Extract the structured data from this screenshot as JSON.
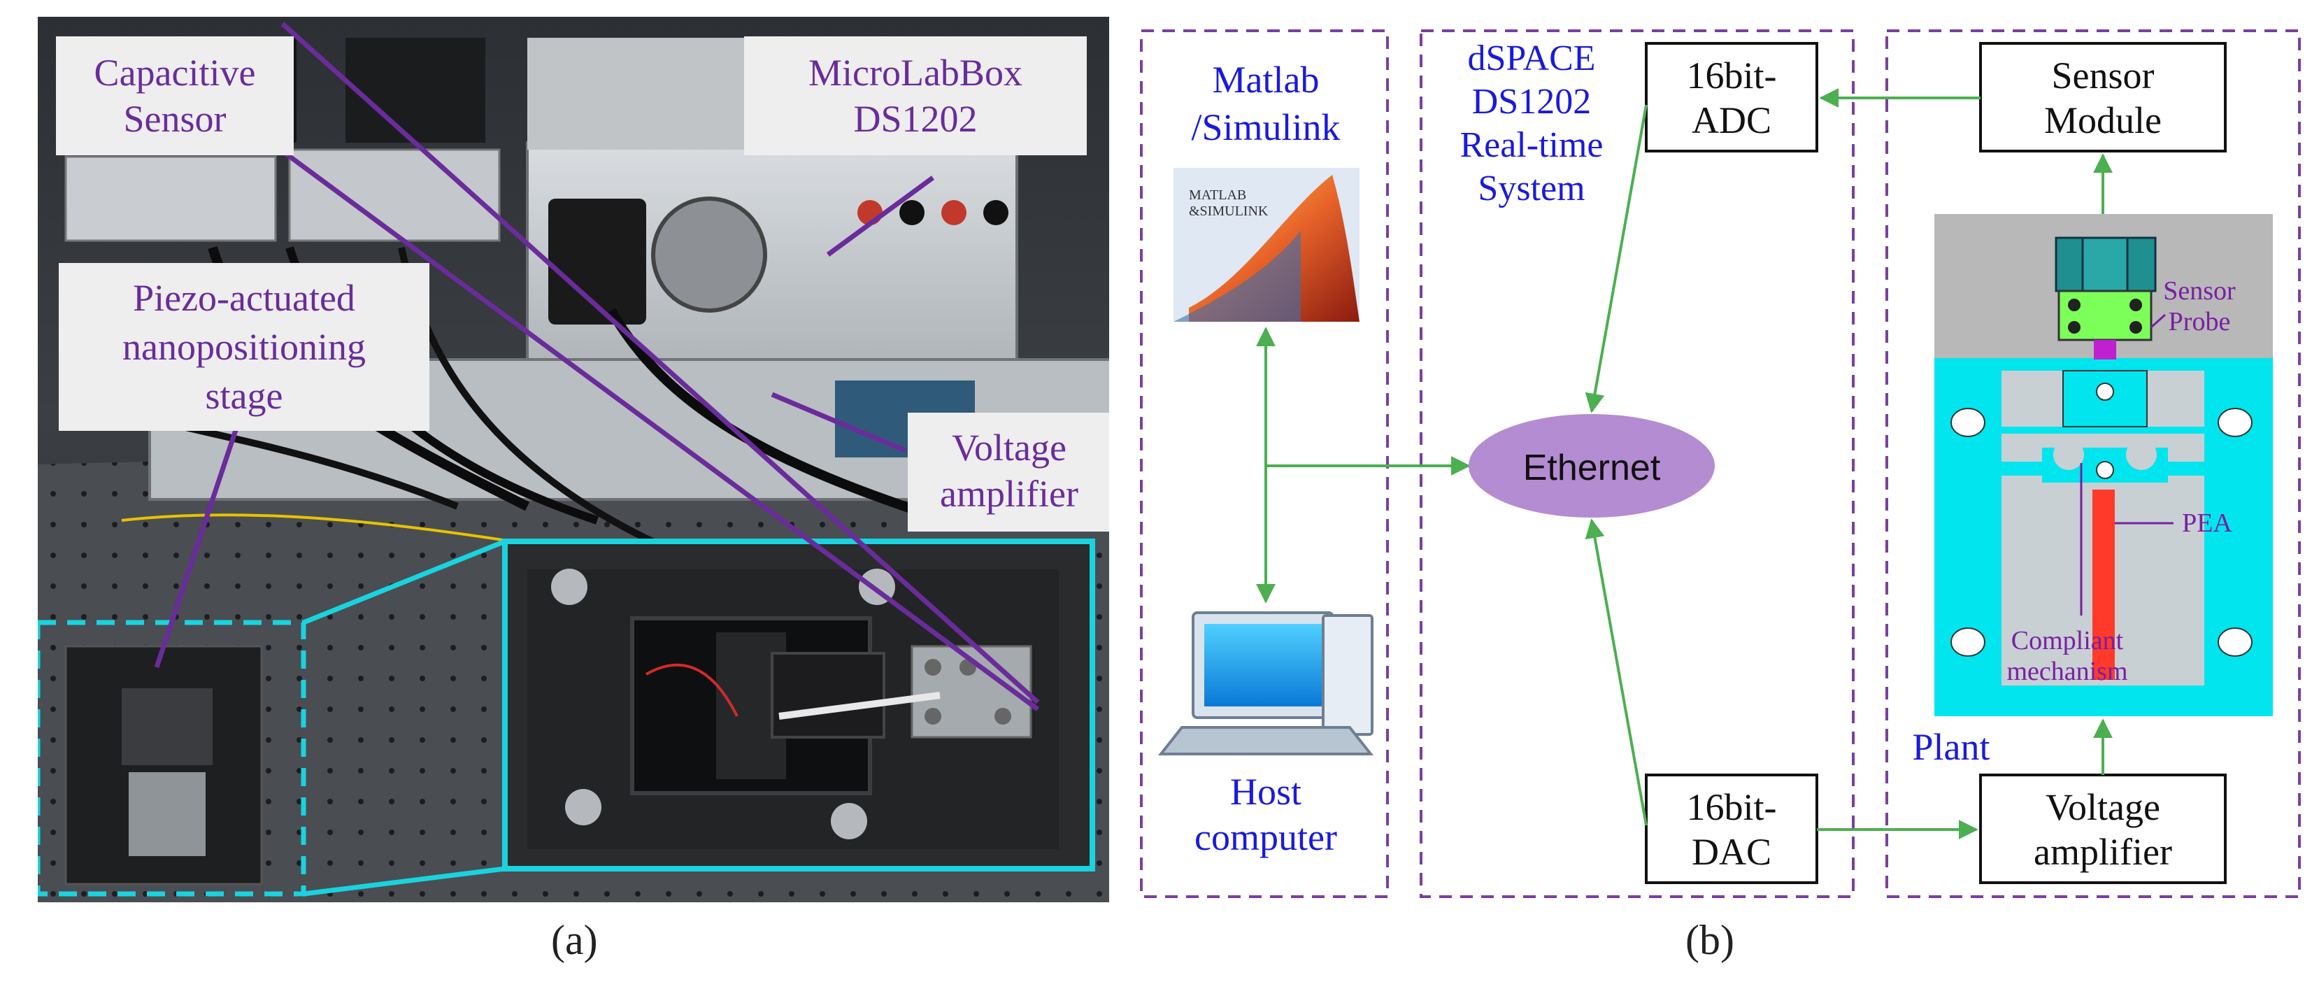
{
  "panel_a": {
    "caption": "(a)",
    "labels": {
      "capacitive_sensor": [
        "Capacitive",
        "Sensor"
      ],
      "microlabbox": [
        "MicroLabBox",
        "DS1202"
      ],
      "piezo_stage": [
        "Piezo-actuated",
        "nanopositioning",
        "stage"
      ],
      "voltage_amplifier": [
        "Voltage",
        "amplifier"
      ]
    },
    "label_color": "#6a2c9b"
  },
  "panel_b": {
    "caption": "(b)",
    "host": {
      "software": [
        "Matlab",
        "/Simulink"
      ],
      "logo_text": [
        "MATLAB",
        "&SIMULINK"
      ],
      "computer": [
        "Host",
        "computer"
      ]
    },
    "realtime": {
      "title": [
        "dSPACE",
        "DS1202",
        "Real-time",
        "System"
      ],
      "adc": [
        "16bit-",
        "ADC"
      ],
      "dac": [
        "16bit-",
        "DAC"
      ],
      "ethernet": "Ethernet"
    },
    "plant": {
      "sensor_module": [
        "Sensor",
        "Module"
      ],
      "voltage_amplifier": [
        "Voltage",
        "amplifier"
      ],
      "plant_label": "Plant",
      "sensor_probe": [
        "Sensor",
        "Probe"
      ],
      "pea": "PEA",
      "compliant": [
        "Compliant",
        "mechanism"
      ]
    },
    "colors": {
      "blue_text": "#1a1adb",
      "purple_text": "#7a1fa2",
      "arrow": "#4caf50",
      "dash_border": "#7a3fa0",
      "ethernet_fill": "#b48cd2",
      "cyan": "#00e5ee",
      "teal": "#1f8f8f",
      "green_block": "#7dff5a",
      "pea": "#ff3a2a"
    }
  }
}
